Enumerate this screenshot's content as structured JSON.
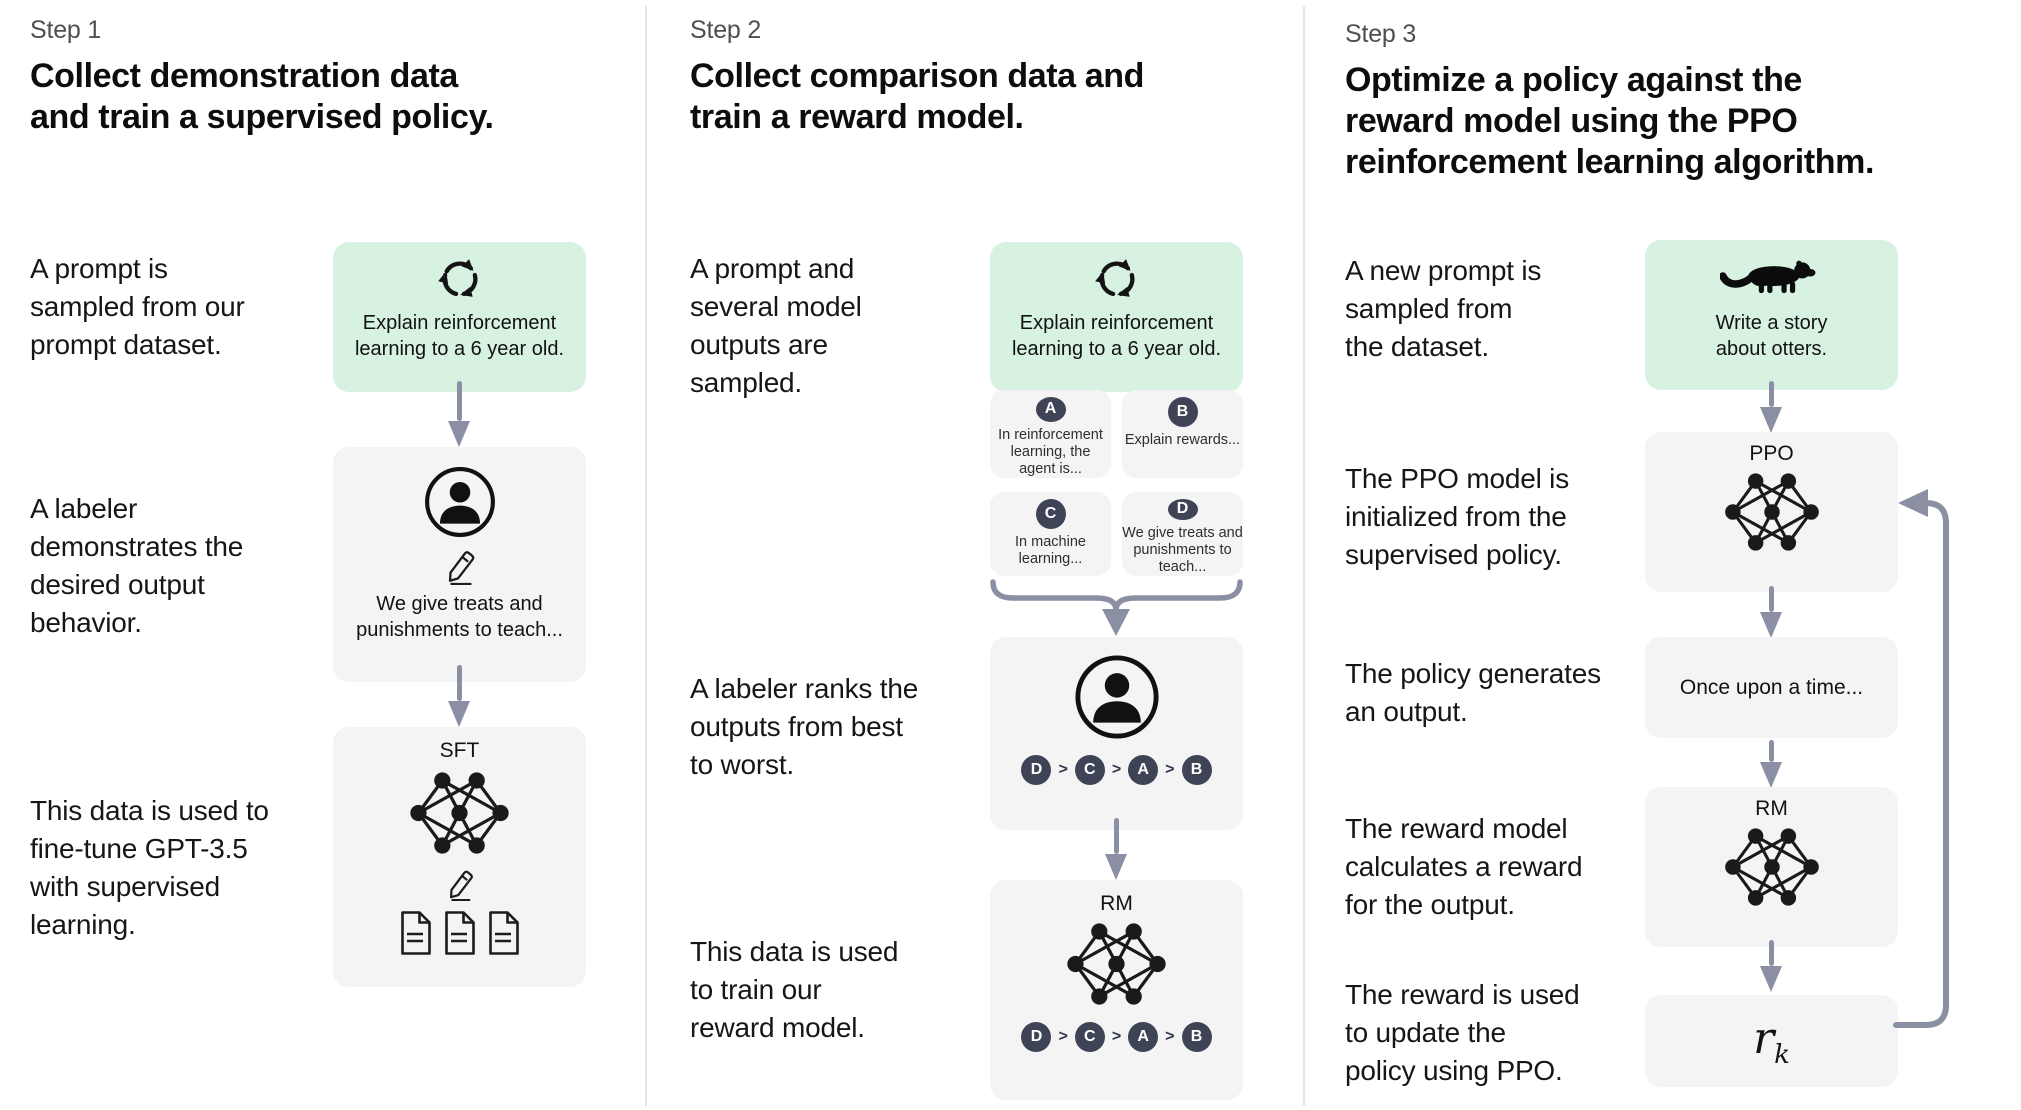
{
  "colors": {
    "background": "#ffffff",
    "prompt_box_green": "#d7f2e1",
    "gray_box": "#f4f4f5",
    "badge_circle": "#3e4456",
    "arrow": "#8b8fa3",
    "divider": "#e4e4e4",
    "step_label_gray": "#4f4f4f"
  },
  "steps": [
    {
      "label": "Step 1",
      "title": "Collect demonstration data\nand train a supervised policy.",
      "captions": [
        "A prompt is\nsampled from our\nprompt dataset.",
        "A labeler\ndemonstrates the\ndesired output\nbehavior.",
        "This data is used to\nfine-tune GPT-3.5\nwith supervised\nlearning."
      ],
      "prompt_box": {
        "icon": "cycle-icon",
        "text": "Explain reinforcement\nlearning to a 6 year old."
      },
      "labeler_box": {
        "icons": [
          "person-icon",
          "pencil-icon"
        ],
        "text": "We give treats and\npunishments to teach..."
      },
      "sft_box": {
        "label": "SFT",
        "icons": [
          "network-icon",
          "pencil-icon",
          "documents-icon"
        ]
      }
    },
    {
      "label": "Step 2",
      "title": "Collect comparison data and\ntrain a reward model.",
      "captions": [
        "A prompt and\nseveral model\noutputs are\nsampled.",
        "A labeler ranks the\noutputs from best\nto worst.",
        "This data is used\nto train our\nreward model."
      ],
      "prompt_box": {
        "icon": "cycle-icon",
        "text": "Explain reinforcement\nlearning to a 6 year old."
      },
      "outputs": [
        {
          "badge": "A",
          "text": "In reinforcement\nlearning, the\nagent is..."
        },
        {
          "badge": "B",
          "text": "Explain rewards..."
        },
        {
          "badge": "C",
          "text": "In machine\nlearning..."
        },
        {
          "badge": "D",
          "text": "We give treats and\npunishments to\nteach..."
        }
      ],
      "ranking_box": {
        "icon": "person-icon",
        "separator": ">",
        "ranking": [
          "D",
          "C",
          "A",
          "B"
        ]
      },
      "rm_box": {
        "label": "RM",
        "icon": "network-icon",
        "separator": ">",
        "ranking": [
          "D",
          "C",
          "A",
          "B"
        ]
      }
    },
    {
      "label": "Step 3",
      "title": "Optimize a policy against the\nreward model using the PPO\nreinforcement learning algorithm.",
      "captions": [
        "A new prompt is\nsampled from\nthe dataset.",
        "The PPO model is\ninitialized from the\nsupervised policy.",
        "The policy generates\nan output.",
        "The reward model\ncalculates a reward\nfor the output.",
        "The reward is used\nto update the\npolicy using PPO."
      ],
      "prompt_box": {
        "icon": "otter-icon",
        "text": "Write a story\nabout otters."
      },
      "ppo_box": {
        "label": "PPO",
        "icon": "network-icon"
      },
      "output_box": {
        "text": "Once upon a time..."
      },
      "rm_box": {
        "label": "RM",
        "icon": "network-icon"
      },
      "reward_box": {
        "base": "r",
        "subscript": "k"
      }
    }
  ]
}
